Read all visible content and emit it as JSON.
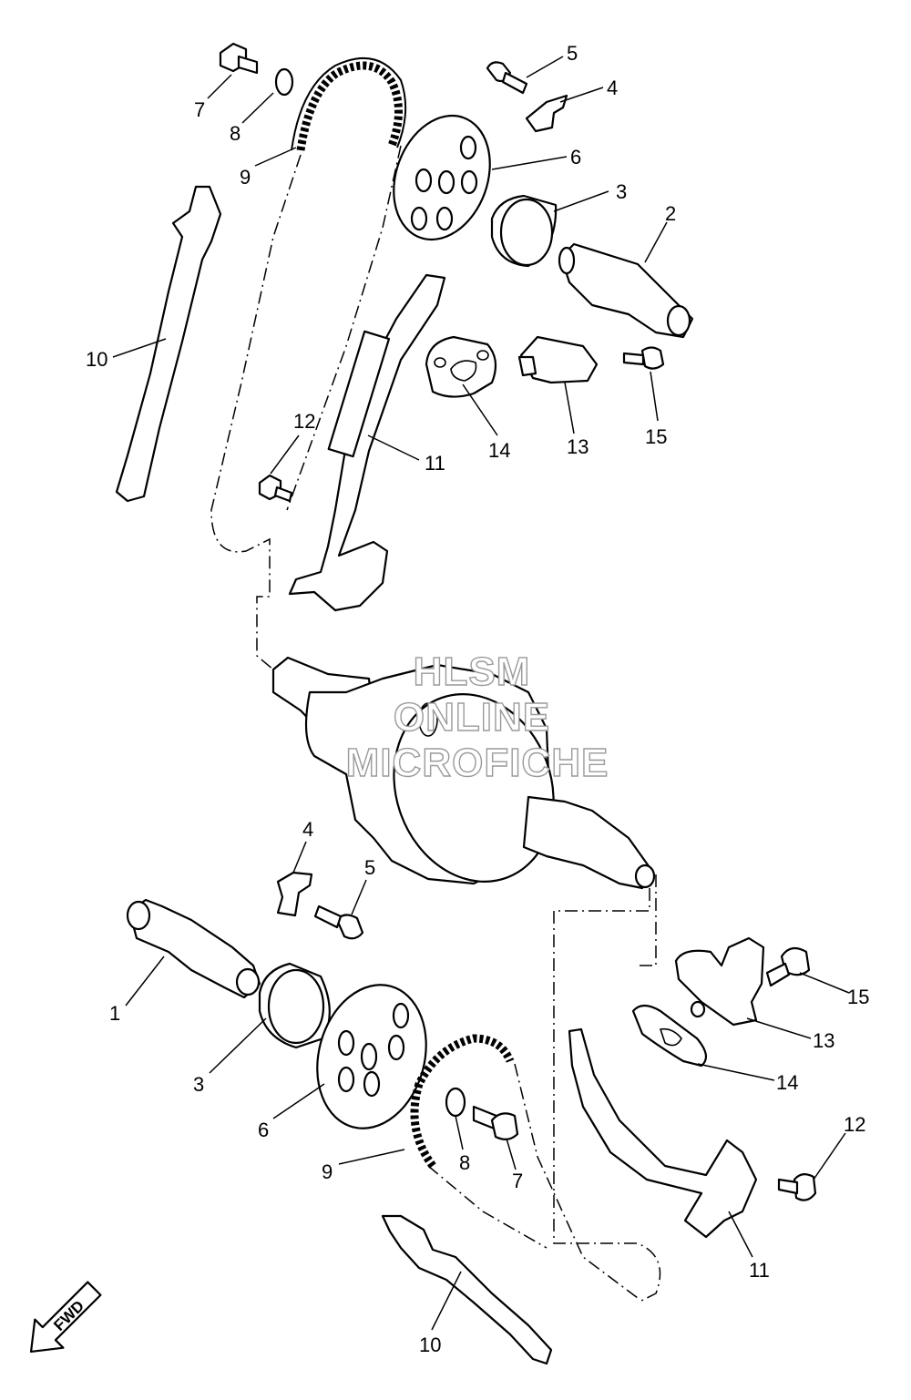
{
  "callouts": {
    "upper": {
      "p1": "5",
      "p2": "4",
      "p3": "7",
      "p4": "8",
      "p5": "6",
      "p6": "9",
      "p7": "3",
      "p8": "2",
      "p9": "10",
      "p10": "12",
      "p11": "14",
      "p12": "13",
      "p13": "15",
      "p14": "11"
    },
    "lower": {
      "p1": "4",
      "p2": "5",
      "p3": "1",
      "p4": "15",
      "p5": "3",
      "p6": "13",
      "p7": "14",
      "p8": "6",
      "p9": "12",
      "p10": "8",
      "p11": "9",
      "p12": "7",
      "p13": "11",
      "p14": "10"
    }
  },
  "watermark": {
    "line1": "HLSM",
    "line2": "ONLINE",
    "line3": "MICROFICHE"
  },
  "direction_badge": "FWD"
}
